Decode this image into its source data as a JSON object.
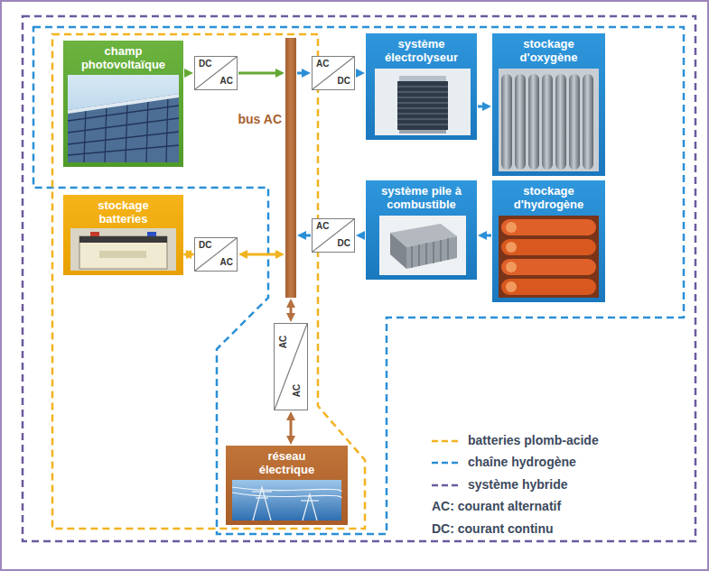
{
  "diagram": {
    "nodes": [
      {
        "text": [
          "champ photovoltaïque"
        ]
      },
      {
        "text": [
          "DC",
          "AC"
        ]
      },
      {
        "text": [
          "bus AC"
        ]
      },
      {
        "text": [
          "AC",
          "DC"
        ]
      },
      {
        "text": [
          "système électrolyseur"
        ]
      },
      {
        "text": [
          "stockage d'oxygène"
        ]
      },
      {
        "text": [
          "stockage d'hydrogène"
        ]
      },
      {
        "text": [
          "système pile à combustible"
        ]
      },
      {
        "text": [
          "AC",
          "DC"
        ]
      },
      {
        "text": [
          "stockage batteries"
        ]
      },
      {
        "text": [
          "DC",
          "AC"
        ]
      },
      {
        "text": [
          "AC",
          "AC"
        ]
      },
      {
        "text": [
          "réseau électrique"
        ]
      }
    ],
    "edges": [
      {
        "from": 0,
        "to": 1,
        "arrow": "to"
      },
      {
        "from": 1,
        "to": 2,
        "arrow": "to"
      },
      {
        "from": 2,
        "to": 3,
        "arrow": "to"
      },
      {
        "from": 3,
        "to": 4,
        "arrow": "to"
      },
      {
        "from": 4,
        "to": 5,
        "arrow": "to"
      },
      {
        "from": 6,
        "to": 7,
        "arrow": "to"
      },
      {
        "from": 7,
        "to": 8,
        "arrow": "to"
      },
      {
        "from": 8,
        "to": 2,
        "arrow": "to"
      },
      {
        "from": 9,
        "to": 10,
        "arrow": "both"
      },
      {
        "from": 10,
        "to": 2,
        "arrow": "both"
      },
      {
        "from": 2,
        "to": 11,
        "arrow": "both"
      },
      {
        "from": 11,
        "to": 12,
        "arrow": "both"
      }
    ],
    "labels": [
      "AC: courant alternatif",
      "DC: courant continu"
    ],
    "legend": [
      {
        "text": "batteries plomb-acide"
      },
      {
        "text": "chaîne hydrogène"
      },
      {
        "text": "système hybride"
      }
    ]
  }
}
